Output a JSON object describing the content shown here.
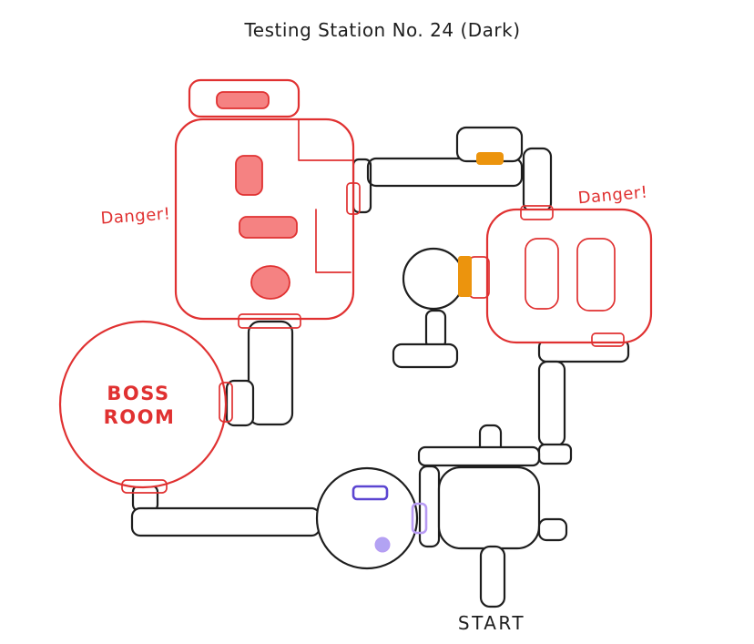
{
  "title": "Testing Station No. 24 (Dark)",
  "labels": {
    "danger_left": "Danger!",
    "danger_right": "Danger!",
    "boss_line1": "BOSS",
    "boss_line2": "ROOM",
    "start": "START"
  },
  "palette": {
    "background": "#ffffff",
    "ink": "#1e1e1e",
    "red": "#e03131",
    "pink_fill": "#f58282",
    "orange": "#ec940d",
    "purple": "#5b45d1",
    "light_purple": "#b79af3",
    "light_purple_fill": "#b2a3f3"
  }
}
